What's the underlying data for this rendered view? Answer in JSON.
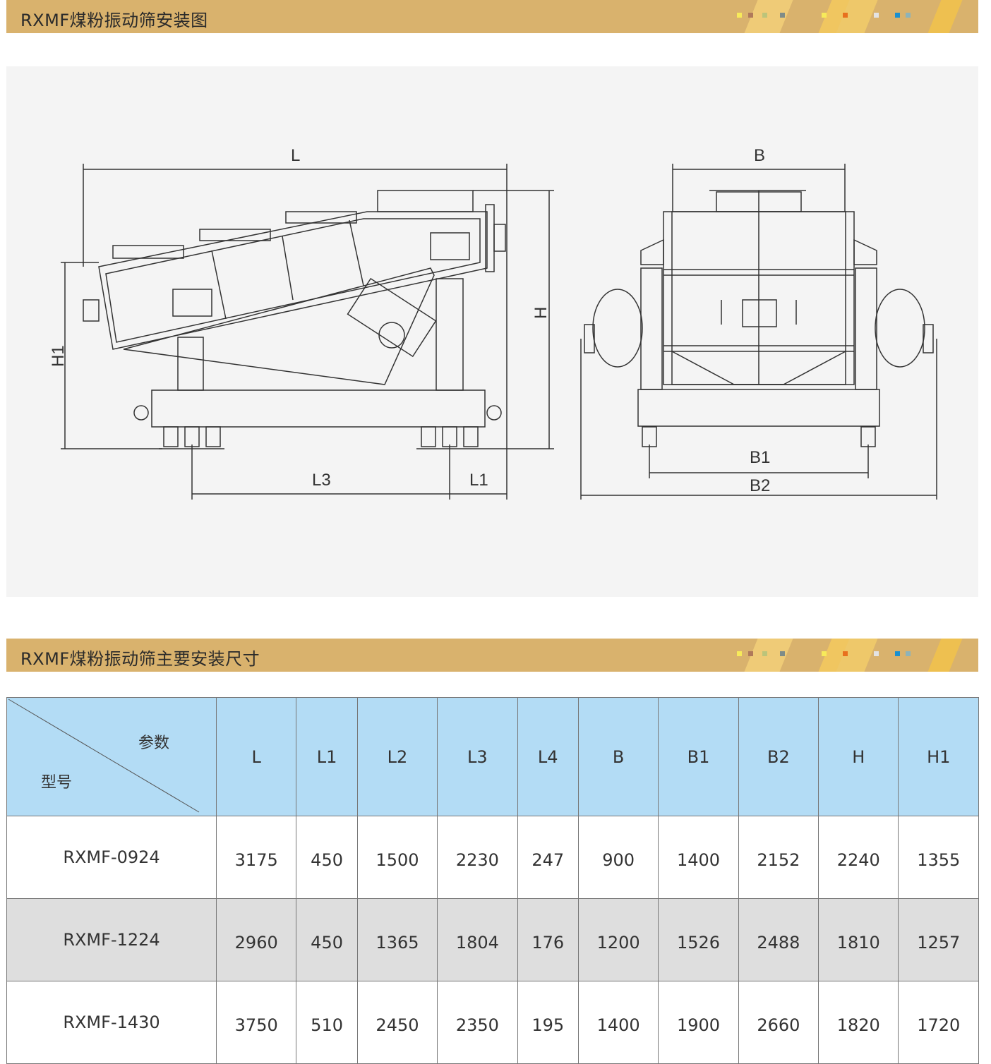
{
  "section1": {
    "title": "RXMF煤粉振动筛安装图"
  },
  "section2": {
    "title": "RXMF煤粉振动筛主要安装尺寸"
  },
  "drawing": {
    "labels": {
      "L": "L",
      "H": "H",
      "H1": "H1",
      "L1": "L1",
      "L3": "L3",
      "B": "B",
      "B1": "B1",
      "B2": "B2"
    }
  },
  "colors": {
    "bar": "#d9b26d",
    "table_header": "#b3dcf5",
    "row_alt": "#dedede",
    "panel": "#f4f4f4"
  },
  "table": {
    "corner_param": "参数",
    "corner_model": "型号",
    "headers": [
      "L",
      "L1",
      "L2",
      "L3",
      "L4",
      "B",
      "B1",
      "B2",
      "H",
      "H1"
    ],
    "rows": [
      {
        "model": "RXMF-0924",
        "values": [
          "3175",
          "450",
          "1500",
          "2230",
          "247",
          "900",
          "1400",
          "2152",
          "2240",
          "1355"
        ]
      },
      {
        "model": "RXMF-1224",
        "values": [
          "2960",
          "450",
          "1365",
          "1804",
          "176",
          "1200",
          "1526",
          "2488",
          "1810",
          "1257"
        ]
      },
      {
        "model": "RXMF-1430",
        "values": [
          "3750",
          "510",
          "2450",
          "2350",
          "195",
          "1400",
          "1900",
          "2660",
          "1820",
          "1720"
        ]
      }
    ]
  }
}
